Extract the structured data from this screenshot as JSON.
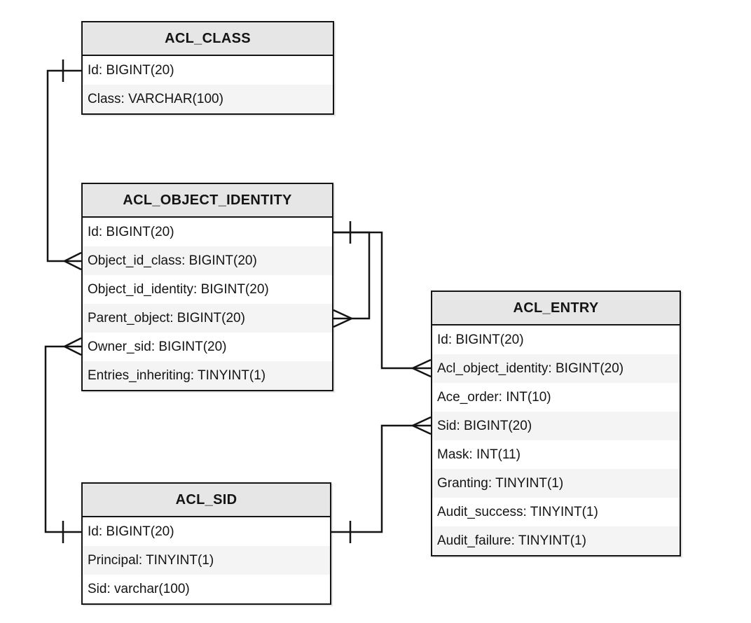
{
  "diagram": {
    "kind": "entity-relationship",
    "notation": "crow's foot",
    "colors": {
      "background": "#ffffff",
      "entity_header_bg": "#e6e6e6",
      "row_bg": "#ffffff",
      "row_alt_bg": "#f4f4f4",
      "border": "#141414",
      "line": "#141414",
      "text": "#141414"
    }
  },
  "tables": [
    {
      "name": "ACL_CLASS",
      "rows": [
        "Id: BIGINT(20)",
        "Class: VARCHAR(100)"
      ]
    },
    {
      "name": "ACL_OBJECT_IDENTITY",
      "rows": [
        "Id: BIGINT(20)",
        "Object_id_class: BIGINT(20)",
        "Object_id_identity: BIGINT(20)",
        "Parent_object: BIGINT(20)",
        "Owner_sid: BIGINT(20)",
        "Entries_inheriting: TINYINT(1)"
      ]
    },
    {
      "name": "ACL_SID",
      "rows": [
        "Id: BIGINT(20)",
        "Principal: TINYINT(1)",
        "Sid: varchar(100)"
      ]
    },
    {
      "name": "ACL_ENTRY",
      "rows": [
        "Id: BIGINT(20)",
        "Acl_object_identity: BIGINT(20)",
        "Ace_order: INT(10)",
        "Sid: BIGINT(20)",
        "Mask: INT(11)",
        "Granting: TINYINT(1)",
        "Audit_success: TINYINT(1)",
        "Audit_failure: TINYINT(1)"
      ]
    }
  ],
  "relationships": [
    {
      "from": "ACL_CLASS.Id",
      "from_cardinality": "one",
      "to": "ACL_OBJECT_IDENTITY.Object_id_class",
      "to_cardinality": "many"
    },
    {
      "from": "ACL_OBJECT_IDENTITY.Id",
      "from_cardinality": "one",
      "to": "ACL_OBJECT_IDENTITY.Parent_object",
      "to_cardinality": "many"
    },
    {
      "from": "ACL_OBJECT_IDENTITY.Id",
      "from_cardinality": "one",
      "to": "ACL_ENTRY.Acl_object_identity",
      "to_cardinality": "many"
    },
    {
      "from": "ACL_SID.Id",
      "from_cardinality": "one",
      "to": "ACL_ENTRY.Sid",
      "to_cardinality": "many"
    },
    {
      "from": "ACL_SID.Id",
      "from_cardinality": "one",
      "to": "ACL_OBJECT_IDENTITY.Owner_sid",
      "to_cardinality": "many"
    }
  ]
}
